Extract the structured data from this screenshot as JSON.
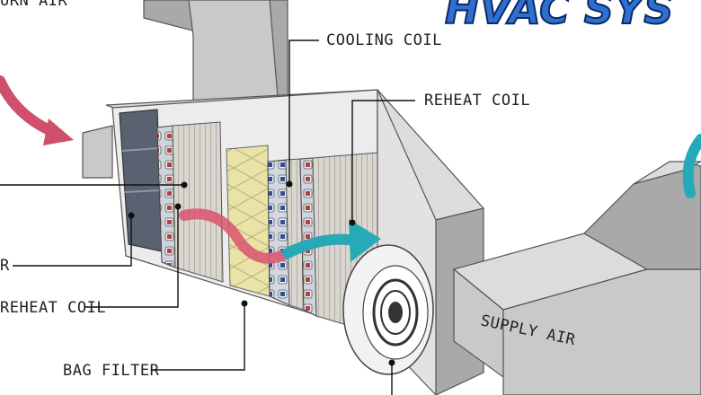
{
  "title": {
    "text": "HVAC SYS",
    "fill": "#2f6fd0",
    "stroke": "#0b2a66"
  },
  "labels": {
    "return_air": "URN AIR",
    "cooling_coil": "COOLING COIL",
    "reheat_coil_right": "REHEAT COIL",
    "left_partial": "R",
    "reheat_coil_left": "REHEAT COIL",
    "bag_filter": "BAG FILTER",
    "supply_air": "SUPPLY AIR"
  },
  "colors": {
    "return_arrow": "#cf4f6c",
    "intake_arrow": "#b63fb9",
    "flow_arrow_inner": "#d9546f",
    "flow_arrow_outer": "#27aab8",
    "bag_filter": "#e9e3a8",
    "duct": "#c9c9c9"
  }
}
